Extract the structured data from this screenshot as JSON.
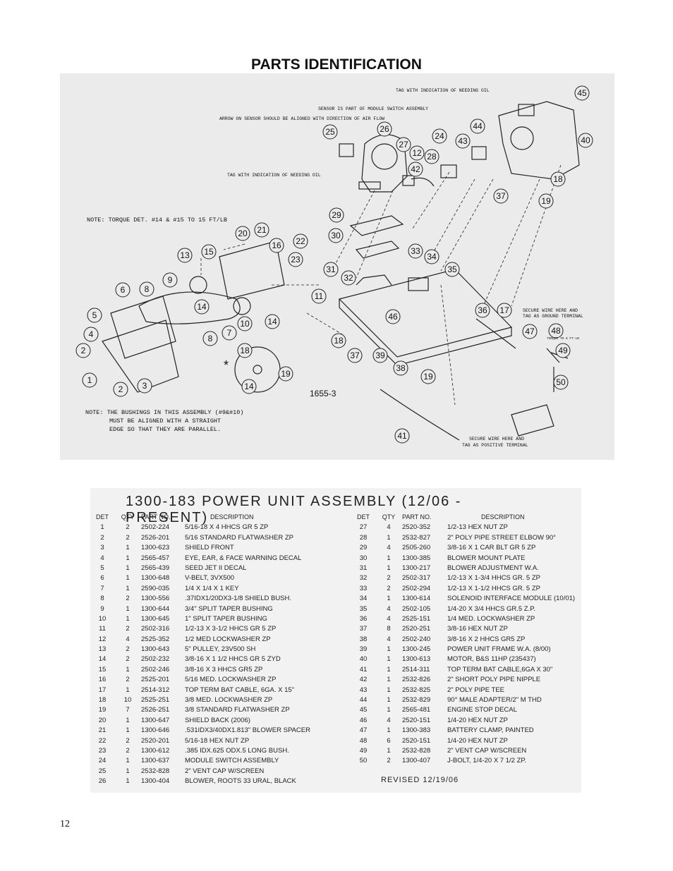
{
  "document": {
    "title": "PARTS IDENTIFICATION",
    "page_number": "12"
  },
  "diagram": {
    "drawing_number": "1655-3",
    "notes": {
      "tag_oil_top": "TAG WITH INDICATION OF NEEDING OIL",
      "sensor_part": "SENSOR IS PART OF MODULE SWITCH ASSEMBLY",
      "arrow_sensor": "ARROW ON SENSOR SHOULD BE ALIGNED WITH DIRECTION OF AIR FLOW",
      "tag_oil_mid": "TAG WITH INDICATION OF NEEDING OIL",
      "torque": "NOTE:  TORQUE DET. #14 & #15 TO 15 FT/LB",
      "ground_1": "SECURE WIRE HERE AND",
      "ground_2": "TAG AS GROUND TERMINAL",
      "torque_48": "TORQUE TO 8 FT-LB",
      "bushings_1": "NOTE:   THE BUSHINGS IN THIS ASSEMBLY (#9&#10)",
      "bushings_2": "MUST BE ALIGNED WITH A STRAIGHT",
      "bushings_3": "EDGE SO THAT THEY ARE PARALLEL.",
      "positive_1": "SECURE WIRE HERE AND",
      "positive_2": "TAG AS POSITIVE TERMINAL",
      "asterisk": "*"
    }
  },
  "parts_table": {
    "title": "1300-183 POWER UNIT ASSEMBLY (12/06 - PRESENT)",
    "headers": {
      "det": "DET",
      "qty": "QTY",
      "part": "PART NO.",
      "desc": "DESCRIPTION"
    },
    "left": [
      {
        "det": "1",
        "qty": "2",
        "part": "2502-224",
        "desc": "5/16-18 X 4 HHCS GR 5 ZP"
      },
      {
        "det": "2",
        "qty": "2",
        "part": "2526-201",
        "desc": "5/16 STANDARD FLATWASHER  ZP"
      },
      {
        "det": "3",
        "qty": "1",
        "part": "1300-623",
        "desc": "SHIELD FRONT"
      },
      {
        "det": "4",
        "qty": "1",
        "part": "2565-457",
        "desc": "EYE, EAR, & FACE WARNING DECAL"
      },
      {
        "det": "5",
        "qty": "1",
        "part": "2565-439",
        "desc": "SEED JET II DECAL"
      },
      {
        "det": "6",
        "qty": "1",
        "part": "1300-648",
        "desc": "V-BELT, 3VX500"
      },
      {
        "det": "7",
        "qty": "1",
        "part": "2590-035",
        "desc": "1/4 X 1/4 X 1 KEY"
      },
      {
        "det": "8",
        "qty": "2",
        "part": "1300-556",
        "desc": ".37IDX1/20DX3-1/8 SHIELD BUSH."
      },
      {
        "det": "9",
        "qty": "1",
        "part": "1300-644",
        "desc": "3/4\" SPLIT TAPER BUSHING"
      },
      {
        "det": "10",
        "qty": "1",
        "part": "1300-645",
        "desc": "1\" SPLIT TAPER BUSHING"
      },
      {
        "det": "11",
        "qty": "2",
        "part": "2502-316",
        "desc": "1/2-13 X 3-1/2 HHCS GR 5 ZP"
      },
      {
        "det": "12",
        "qty": "4",
        "part": "2525-352",
        "desc": "1/2 MED LOCKWASHER ZP"
      },
      {
        "det": "13",
        "qty": "2",
        "part": "1300-643",
        "desc": "5\" PULLEY, 23V500 SH"
      },
      {
        "det": "14",
        "qty": "2",
        "part": "2502-232",
        "desc": "3/8-16 X 1 1/2 HHCS GR 5 ZYD"
      },
      {
        "det": "15",
        "qty": "1",
        "part": "2502-246",
        "desc": "3/8-16 X 3 HHCS GR5 ZP"
      },
      {
        "det": "16",
        "qty": "2",
        "part": "2525-201",
        "desc": "5/16 MED. LOCKWASHER  ZP"
      },
      {
        "det": "17",
        "qty": "1",
        "part": "2514-312",
        "desc": "TOP TERM BAT CABLE, 6GA. X 15\""
      },
      {
        "det": "18",
        "qty": "10",
        "part": "2525-251",
        "desc": "3/8 MED. LOCKWASHER ZP"
      },
      {
        "det": "19",
        "qty": "7",
        "part": "2526-251",
        "desc": "3/8 STANDARD FLATWASHER  ZP"
      },
      {
        "det": "20",
        "qty": "1",
        "part": "1300-647",
        "desc": "SHIELD BACK (2006)"
      },
      {
        "det": "21",
        "qty": "1",
        "part": "1300-646",
        "desc": ".531IDX3/40DX1.813\" BLOWER SPACER"
      },
      {
        "det": "22",
        "qty": "2",
        "part": "2520-201",
        "desc": "5/16-18 HEX NUT ZP"
      },
      {
        "det": "23",
        "qty": "2",
        "part": "1300-612",
        "desc": ".385 IDX.625 ODX.5 LONG BUSH."
      },
      {
        "det": "24",
        "qty": "1",
        "part": "1300-637",
        "desc": "MODULE SWITCH ASSEMBLY"
      },
      {
        "det": "25",
        "qty": "1",
        "part": "2532-828",
        "desc": "2\" VENT CAP W/SCREEN"
      },
      {
        "det": "26",
        "qty": "1",
        "part": "1300-404",
        "desc": "BLOWER, ROOTS 33 URAL, BLACK"
      }
    ],
    "right": [
      {
        "det": "27",
        "qty": "4",
        "part": "2520-352",
        "desc": "1/2-13 HEX NUT ZP"
      },
      {
        "det": "28",
        "qty": "1",
        "part": "2532-827",
        "desc": "2\" POLY PIPE STREET ELBOW 90°"
      },
      {
        "det": "29",
        "qty": "4",
        "part": "2505-260",
        "desc": "3/8-16 X 1 CAR BLT GR 5 ZP"
      },
      {
        "det": "30",
        "qty": "1",
        "part": "1300-385",
        "desc": "BLOWER MOUNT PLATE"
      },
      {
        "det": "31",
        "qty": "1",
        "part": "1300-217",
        "desc": "BLOWER ADJUSTMENT W.A."
      },
      {
        "det": "32",
        "qty": "2",
        "part": "2502-317",
        "desc": "1/2-13 X 1-3/4 HHCS GR. 5 ZP"
      },
      {
        "det": "33",
        "qty": "2",
        "part": "2502-294",
        "desc": "1/2-13 X 1-1/2 HHCS GR. 5 ZP"
      },
      {
        "det": "34",
        "qty": "1",
        "part": "1300-614",
        "desc": "SOLENOID INTERFACE MODULE (10/01)"
      },
      {
        "det": "35",
        "qty": "4",
        "part": "2502-105",
        "desc": "1/4-20 X 3/4 HHCS GR.5 Z.P."
      },
      {
        "det": "36",
        "qty": "4",
        "part": "2525-151",
        "desc": "1/4 MED. LOCKWASHER   ZP"
      },
      {
        "det": "37",
        "qty": "8",
        "part": "2520-251",
        "desc": "3/8-16 HEX NUT ZP"
      },
      {
        "det": "38",
        "qty": "4",
        "part": "2502-240",
        "desc": "3/8-16 X 2 HHCS GR5 ZP"
      },
      {
        "det": "39",
        "qty": "1",
        "part": "1300-245",
        "desc": "POWER UNIT FRAME W.A. (8/00)"
      },
      {
        "det": "40",
        "qty": "1",
        "part": "1300-613",
        "desc": "MOTOR, B&S 11HP (235437)"
      },
      {
        "det": "41",
        "qty": "1",
        "part": "2514-311",
        "desc": "TOP TERM BAT CABLE,6GA X 30\""
      },
      {
        "det": "42",
        "qty": "1",
        "part": "2532-826",
        "desc": "2\" SHORT POLY PIPE NIPPLE"
      },
      {
        "det": "43",
        "qty": "1",
        "part": "2532-825",
        "desc": "2\" POLY PIPE TEE"
      },
      {
        "det": "44",
        "qty": "1",
        "part": "2532-829",
        "desc": "90° MALE ADAPTER/2\" M THD"
      },
      {
        "det": "45",
        "qty": "1",
        "part": "2565-481",
        "desc": "ENGINE STOP DECAL"
      },
      {
        "det": "46",
        "qty": "4",
        "part": "2520-151",
        "desc": "1/4-20 HEX NUT ZP"
      },
      {
        "det": "47",
        "qty": "1",
        "part": "1300-383",
        "desc": "BATTERY CLAMP, PAINTED"
      },
      {
        "det": "48",
        "qty": "6",
        "part": "2520-151",
        "desc": "1/4-20 HEX NUT ZP"
      },
      {
        "det": "49",
        "qty": "1",
        "part": "2532-828",
        "desc": "2\" VENT CAP W/SCREEN"
      },
      {
        "det": "50",
        "qty": "2",
        "part": "1300-407",
        "desc": "J-BOLT, 1/4-20 X 7 1/2 ZP."
      }
    ],
    "revised": "REVISED 12/19/06"
  }
}
